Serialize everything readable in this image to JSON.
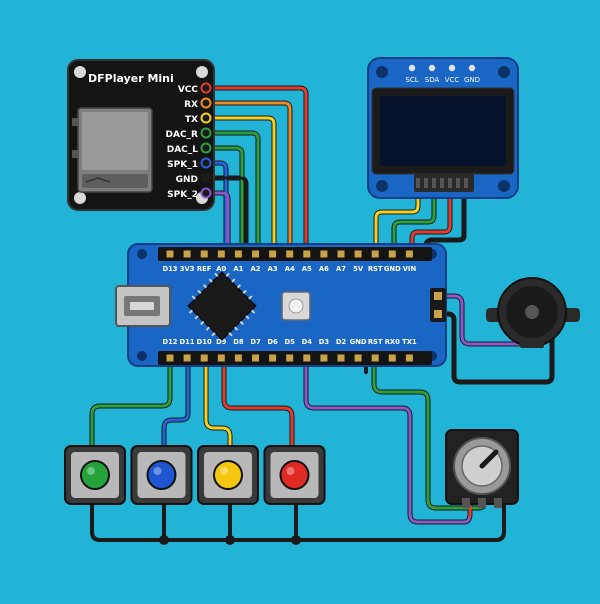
{
  "colors": {
    "background": "#22b4d6",
    "board_blue": "#1a66c4",
    "board_dark": "#121212",
    "wire_red": "#e53a2e",
    "wire_orange": "#f08a24",
    "wire_yellow": "#f5d020",
    "wire_green": "#2c9e3c",
    "wire_blue": "#2662d8",
    "wire_black": "#1a1a1a",
    "wire_purple": "#8a56c8",
    "button_green": "#23a33a",
    "button_blue": "#1f55d0",
    "button_yellow": "#f5c70e",
    "button_red": "#e02a24"
  },
  "dfplayer": {
    "title": "DFPlayer Mini",
    "pins": [
      "VCC",
      "RX",
      "TX",
      "DAC_R",
      "DAC_L",
      "SPK_1",
      "GND",
      "SPK_2"
    ]
  },
  "oled": {
    "pins": [
      "SCL",
      "SDA",
      "VCC",
      "GND"
    ]
  },
  "nano": {
    "top_pins": [
      "D13",
      "3V3",
      "REF",
      "A0",
      "A1",
      "A2",
      "A3",
      "A4",
      "A5",
      "A6",
      "A7",
      "5V",
      "RST",
      "GND",
      "VIN"
    ],
    "bottom_pins": [
      "D12",
      "D11",
      "D10",
      "D9",
      "D8",
      "D7",
      "D6",
      "D5",
      "D4",
      "D3",
      "D2",
      "GND",
      "RST",
      "RX0",
      "TX1"
    ]
  },
  "icons": {
    "sd_slot": "sd-card-slot-icon",
    "usb": "usb-port-icon",
    "chip": "microcontroller-chip-icon",
    "reset": "reset-button-icon",
    "buzzer": "buzzer-icon",
    "knob": "potentiometer-knob-icon"
  },
  "buttons": [
    "green",
    "blue",
    "yellow",
    "red"
  ]
}
